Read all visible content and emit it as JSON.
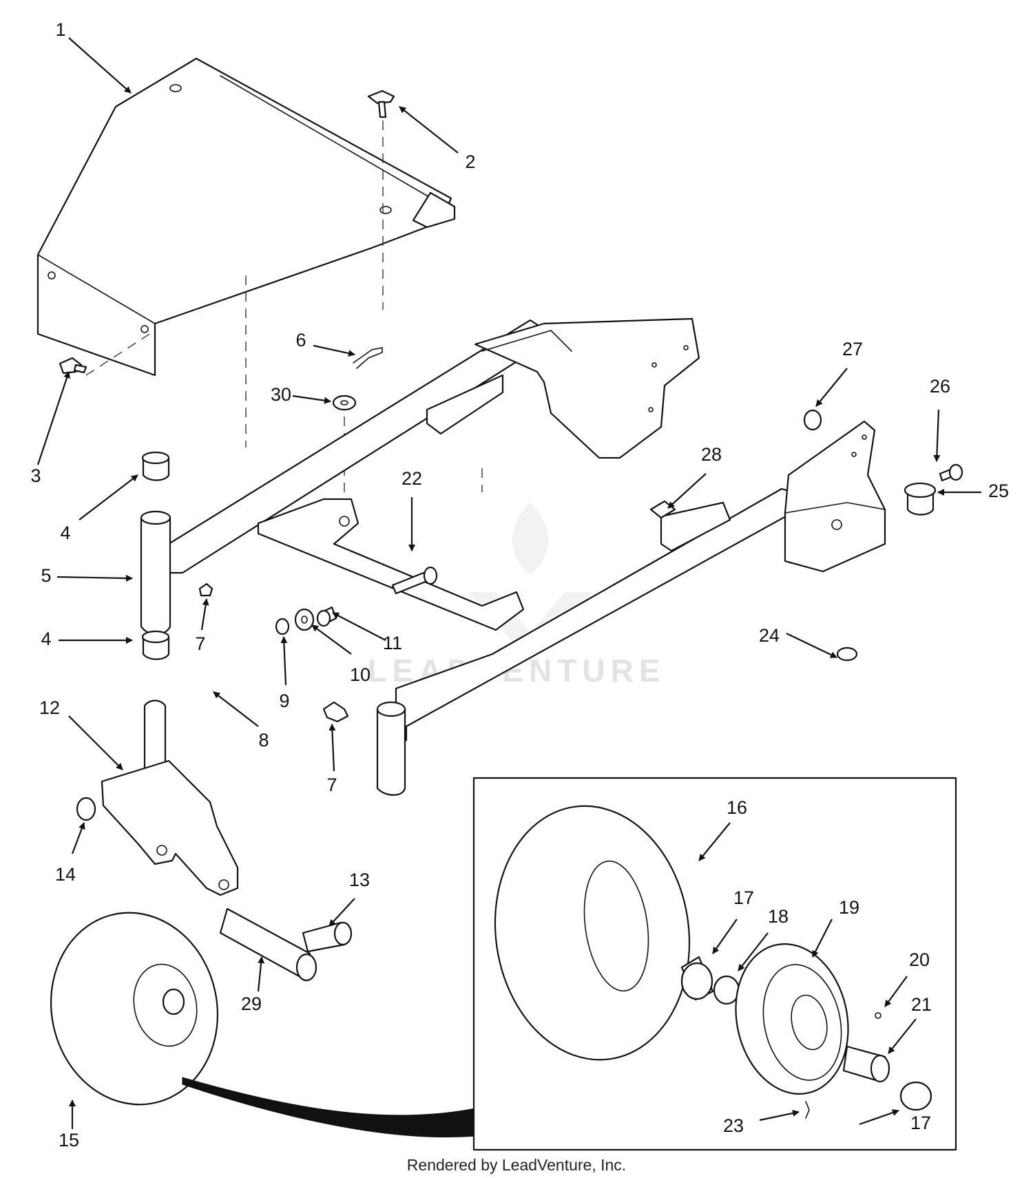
{
  "watermark": {
    "brand": "LEADVENTURE"
  },
  "footer": {
    "credit": "Rendered by LeadVenture, Inc."
  },
  "callouts": [
    {
      "id": "c1",
      "label": "1"
    },
    {
      "id": "c2",
      "label": "2"
    },
    {
      "id": "c3",
      "label": "3"
    },
    {
      "id": "c4a",
      "label": "4"
    },
    {
      "id": "c4b",
      "label": "4"
    },
    {
      "id": "c5",
      "label": "5"
    },
    {
      "id": "c6",
      "label": "6"
    },
    {
      "id": "c7a",
      "label": "7"
    },
    {
      "id": "c7b",
      "label": "7"
    },
    {
      "id": "c8",
      "label": "8"
    },
    {
      "id": "c9",
      "label": "9"
    },
    {
      "id": "c10",
      "label": "10"
    },
    {
      "id": "c11",
      "label": "11"
    },
    {
      "id": "c12",
      "label": "12"
    },
    {
      "id": "c13",
      "label": "13"
    },
    {
      "id": "c14",
      "label": "14"
    },
    {
      "id": "c15",
      "label": "15"
    },
    {
      "id": "c16",
      "label": "16"
    },
    {
      "id": "c17a",
      "label": "17"
    },
    {
      "id": "c17b",
      "label": "17"
    },
    {
      "id": "c18",
      "label": "18"
    },
    {
      "id": "c19",
      "label": "19"
    },
    {
      "id": "c20",
      "label": "20"
    },
    {
      "id": "c21",
      "label": "21"
    },
    {
      "id": "c22",
      "label": "22"
    },
    {
      "id": "c23",
      "label": "23"
    },
    {
      "id": "c24",
      "label": "24"
    },
    {
      "id": "c25",
      "label": "25"
    },
    {
      "id": "c26",
      "label": "26"
    },
    {
      "id": "c27",
      "label": "27"
    },
    {
      "id": "c28",
      "label": "28"
    },
    {
      "id": "c29",
      "label": "29"
    },
    {
      "id": "c30",
      "label": "30"
    }
  ]
}
